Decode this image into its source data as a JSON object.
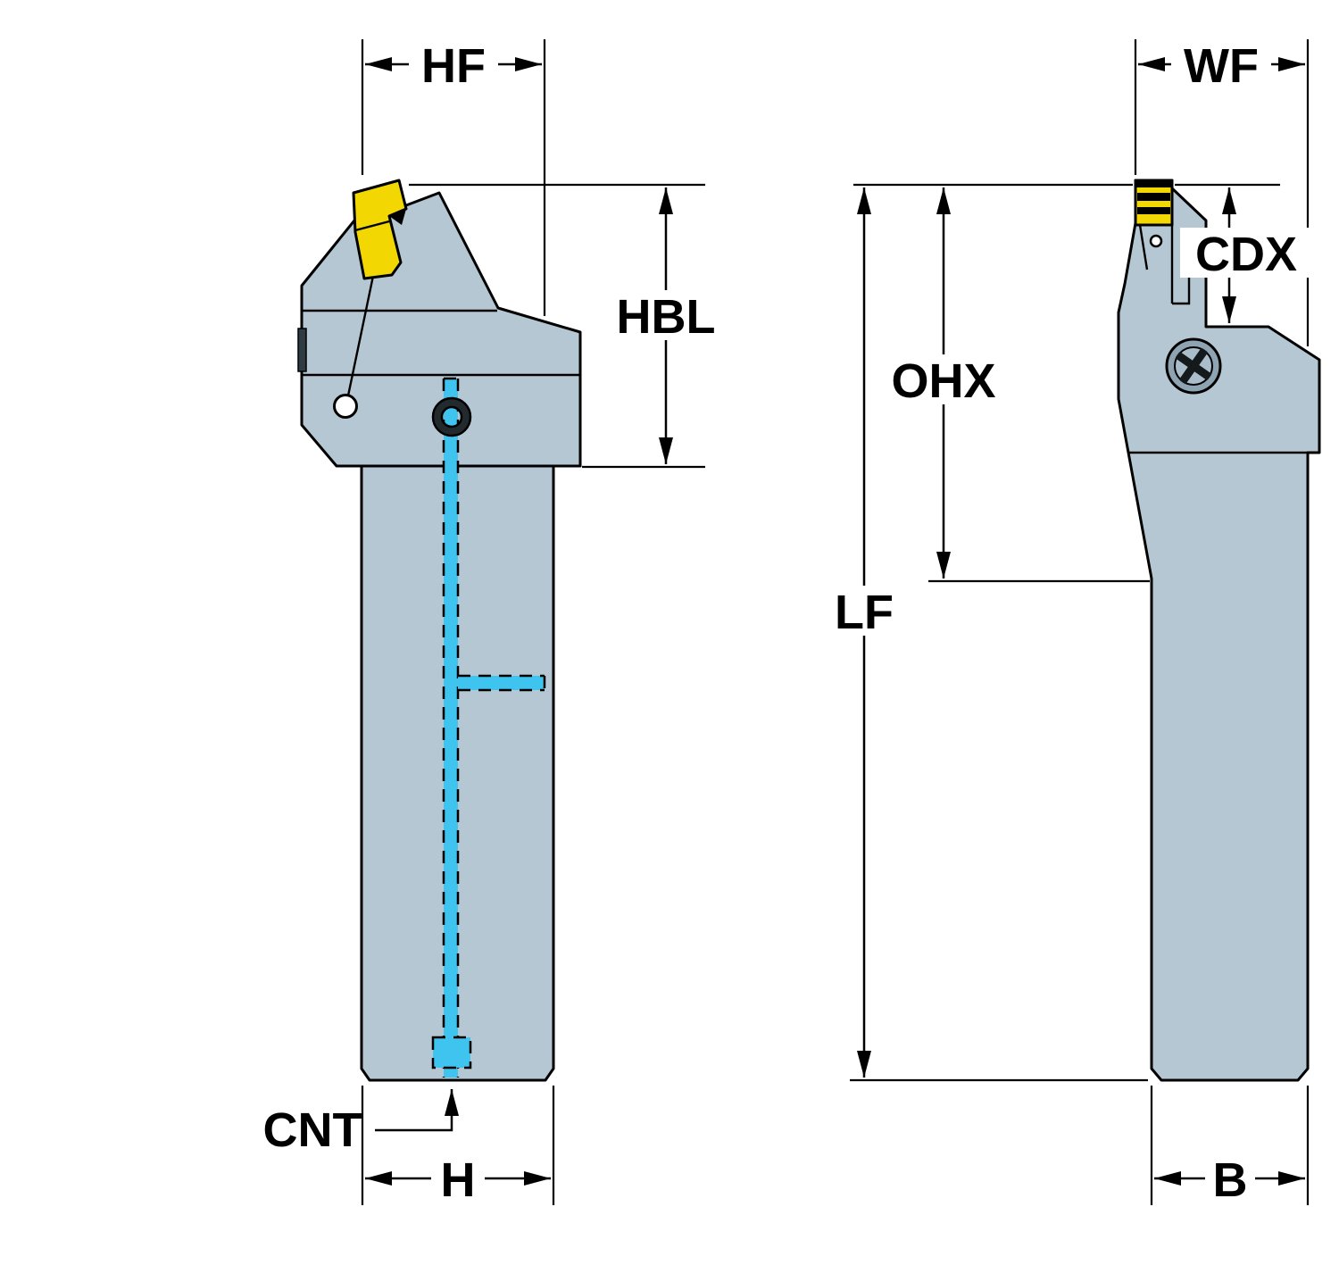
{
  "diagram": {
    "type": "technical-dimension-drawing",
    "labels": {
      "hf": "HF",
      "wf": "WF",
      "hbl": "HBL",
      "cdx": "CDX",
      "ohx": "OHX",
      "lf": "LF",
      "cnt": "CNT",
      "h": "H",
      "b": "B"
    },
    "colors": {
      "background": "#ffffff",
      "body": "#b5c7d3",
      "insert": "#f3d702",
      "coolant": "#3fc3ef",
      "screwOuter": "#8ea4b2",
      "screwInner": "#a9bdca",
      "slotDark": "#2e3b42",
      "line": "#000000"
    }
  }
}
